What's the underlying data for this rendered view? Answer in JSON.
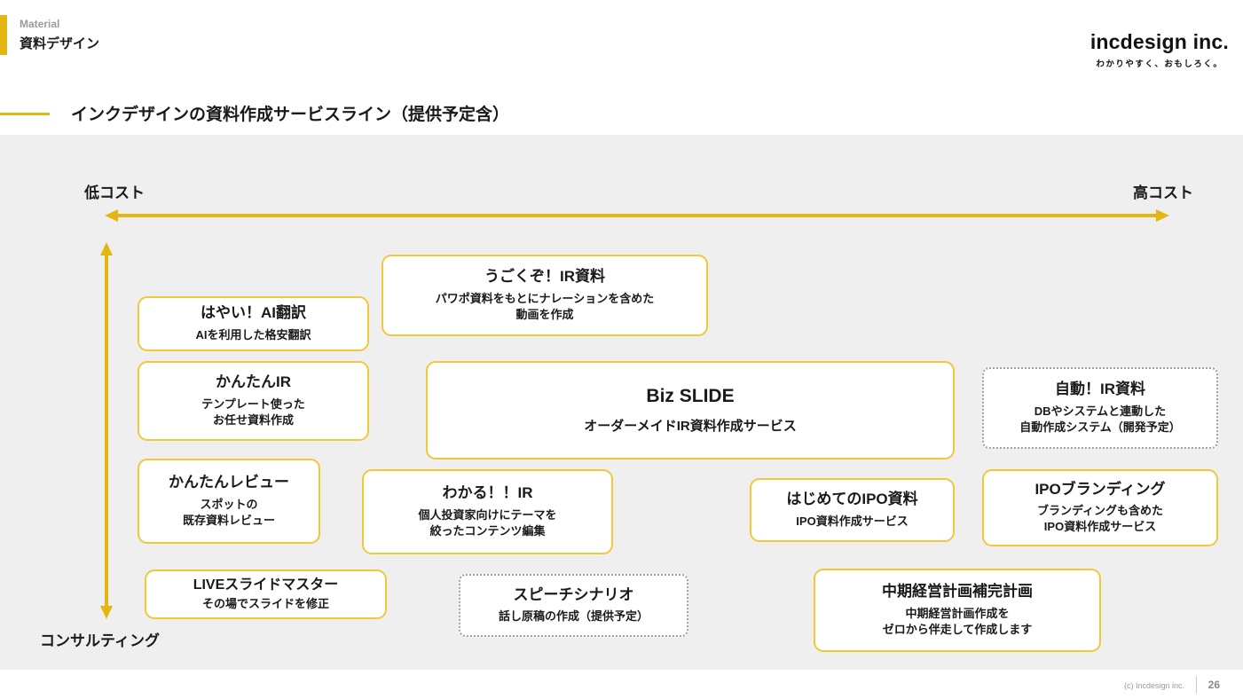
{
  "header": {
    "category": "Material",
    "title": "資料デザイン",
    "logo": "incdesign inc.",
    "logo_tagline": "わかりやすく、おもしろく。"
  },
  "slide": {
    "title": "インクデザインの資料作成サービスライン（提供予定含）"
  },
  "axes": {
    "x_left": "低コスト",
    "x_right": "高コスト",
    "y_bottom": "コンサルティング"
  },
  "cards": [
    {
      "title": "はやい！AI翻訳",
      "subtitle": "AIを利用した格安翻訳",
      "style": "solid"
    },
    {
      "title": "うごくぞ！IR資料",
      "subtitle": "パワポ資料をもとにナレーションを含めた\n動画を作成",
      "style": "solid"
    },
    {
      "title": "かんたんIR",
      "subtitle": "テンプレート使った\nお任せ資料作成",
      "style": "solid"
    },
    {
      "title": "Biz SLIDE",
      "subtitle": "オーダーメイドIR資料作成サービス",
      "style": "solid"
    },
    {
      "title": "自動！IR資料",
      "subtitle": "DBやシステムと連動した\n自動作成システム（開発予定）",
      "style": "dotted"
    },
    {
      "title": "かんたんレビュー",
      "subtitle": "スポットの\n既存資料レビュー",
      "style": "solid"
    },
    {
      "title": "わかる！！IR",
      "subtitle": "個人投資家向けにテーマを\n絞ったコンテンツ編集",
      "style": "solid"
    },
    {
      "title": "はじめてのIPO資料",
      "subtitle": "IPO資料作成サービス",
      "style": "solid"
    },
    {
      "title": "IPOブランディング",
      "subtitle": "ブランディングも含めた\nIPO資料作成サービス",
      "style": "solid"
    },
    {
      "title": "LIVEスライドマスター",
      "subtitle": "その場でスライドを修正",
      "style": "solid"
    },
    {
      "title": "スピーチシナリオ",
      "subtitle": "話し原稿の作成（提供予定）",
      "style": "dotted"
    },
    {
      "title": "中期経営計画補完計画",
      "subtitle": "中期経営計画作成を\nゼロから伴走して作成します",
      "style": "solid"
    }
  ],
  "footer": {
    "copyright": "(c) Incdesign inc.",
    "page_number": "26"
  },
  "colors": {
    "accent_yellow": "#E5B611",
    "card_border": "#EFC83C",
    "dotted_border": "#9E9E9E",
    "diagram_bg": "#EFEFEF"
  }
}
